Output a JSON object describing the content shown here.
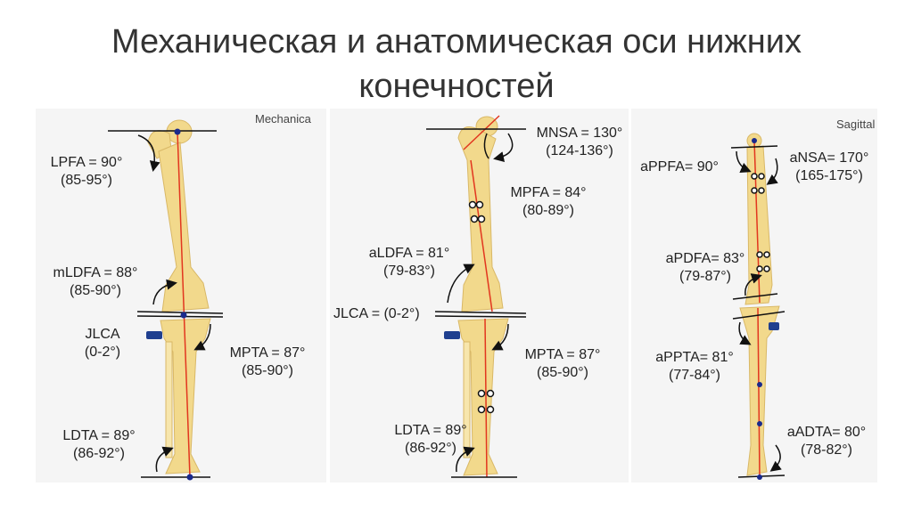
{
  "slide": {
    "title_line1": "Механическая и анатомическая оси нижних",
    "title_line2": "конечностей"
  },
  "panels": {
    "left": {
      "label": "Mechanica",
      "measures": [
        {
          "name": "LPFA = 90°",
          "range": "(85-95°)"
        },
        {
          "name": "mLDFA = 88°",
          "range": "(85-90°)"
        },
        {
          "name": "JLCA",
          "range": "(0-2°)"
        },
        {
          "name": "MPTA = 87°",
          "range": "(85-90°)"
        },
        {
          "name": "LDTA = 89°",
          "range": "(86-92°)"
        }
      ]
    },
    "middle": {
      "measures": [
        {
          "name": "MNSA = 130°",
          "range": "(124-136°)"
        },
        {
          "name": "MPFA = 84°",
          "range": "(80-89°)"
        },
        {
          "name": "aLDFA = 81°",
          "range": "(79-83°)"
        },
        {
          "name": "JLCA = (0-2°)",
          "range": ""
        },
        {
          "name": "MPTA = 87°",
          "range": "(85-90°)"
        },
        {
          "name": "LDTA = 89°",
          "range": "(86-92°)"
        }
      ]
    },
    "right": {
      "label": "Sagittal",
      "measures": [
        {
          "name": "aPPFA= 90°",
          "range": ""
        },
        {
          "name": "aNSA= 170°",
          "range": "(165-175°)"
        },
        {
          "name": "aPDFA= 83°",
          "range": "(79-87°)"
        },
        {
          "name": "aPPTA= 81°",
          "range": "(77-84°)"
        },
        {
          "name": "aADTA= 80°",
          "range": "(78-82°)"
        }
      ]
    }
  },
  "colors": {
    "bone": "#f2d98c",
    "bone_outline": "#d9b866",
    "axis": "#e2361f",
    "reference_line": "#111111",
    "marker": "#1a2a8c",
    "title": "#333333"
  }
}
